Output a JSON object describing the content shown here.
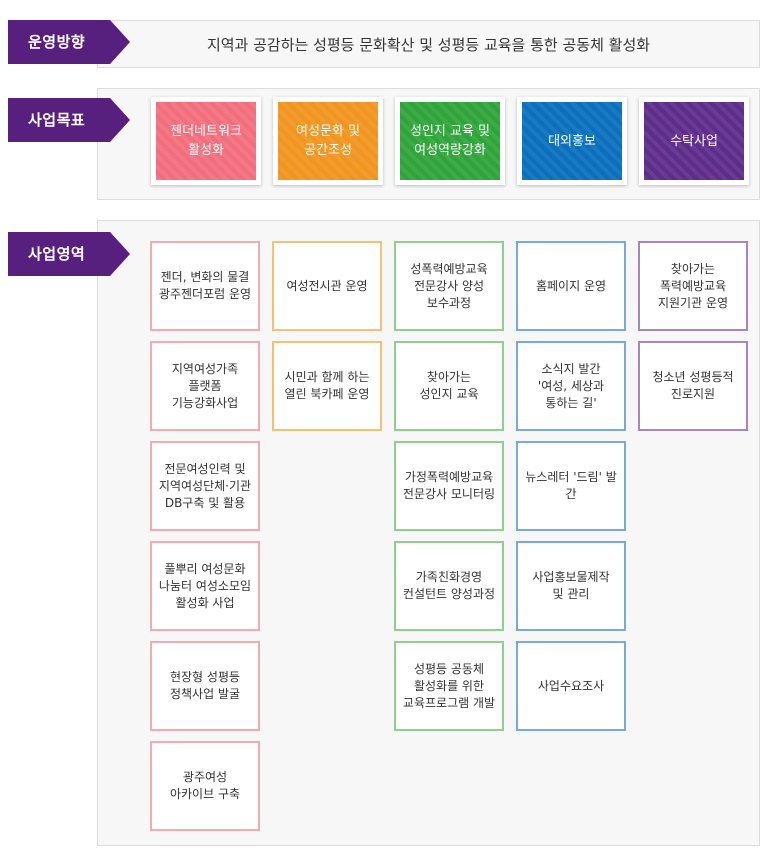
{
  "direction": {
    "label": "운영방향",
    "text": "지역과 공감하는 성평등 문화확산 및 성평등 교육을 통한 공동체 활성화"
  },
  "goals": {
    "label": "사업목표",
    "items": [
      {
        "text": "젠더네트워크\n활성화",
        "color": "#f36e7c"
      },
      {
        "text": "여성문화 및\n공간조성",
        "color": "#f1951f"
      },
      {
        "text": "성인지 교육 및\n여성역량강화",
        "color": "#2fa43a"
      },
      {
        "text": "대외홍보",
        "color": "#0a6fbd"
      },
      {
        "text": "수탁사업",
        "color": "#5e2c8a"
      }
    ]
  },
  "areas": {
    "label": "사업영역",
    "columns": [
      {
        "border": "#f5a9b1",
        "items": [
          "젠더, 변화의 물결\n광주젠더포럼 운영",
          "지역여성가족\n플랫폼\n기능강화사업",
          "전문여성인력 및\n지역여성단체·기관\nDB구축 및 활용",
          "풀뿌리 여성문화\n나눔터 여성소모임\n활성화 사업",
          "현장형 성평등\n정책사업 발굴",
          "광주여성\n아카이브 구축"
        ]
      },
      {
        "border": "#f5c177",
        "items": [
          "여성전시관 운영",
          "시민과 함께 하는\n열린 북카페 운영"
        ]
      },
      {
        "border": "#8fcf90",
        "items": [
          "성폭력예방교육\n전문강사 양성\n보수과정",
          "찾아가는\n성인지 교육",
          "가정폭력예방교육\n전문강사 모니터링",
          "가족친화경영\n컨설턴트 양성과정",
          "성평등 공동체\n활성화를 위한\n교육프로그램 개발"
        ]
      },
      {
        "border": "#78a9d8",
        "items": [
          "홈페이지 운영",
          "소식지 발간\n'여성, 세상과\n통하는 길'",
          "뉴스레터 '드림' 발간",
          "사업홍보물제작\n및 관리",
          "사업수요조사"
        ]
      },
      {
        "border": "#a785c2",
        "items": [
          "찾아가는\n폭력예방교육\n지원기관 운영",
          "청소년 성평등적\n진로지원"
        ]
      }
    ]
  }
}
